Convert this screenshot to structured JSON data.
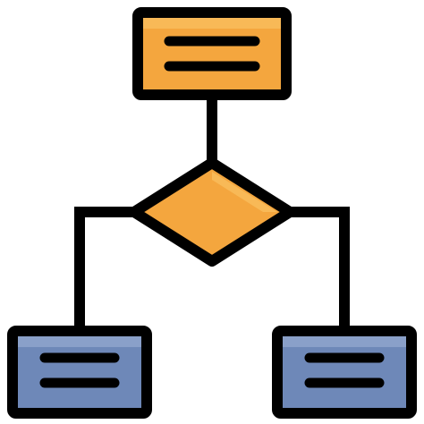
{
  "icon": {
    "name": "flowchart-icon",
    "colors": {
      "outline": "#000000",
      "process_fill": "#F4A63E",
      "process_highlight": "#F8B957",
      "decision_fill": "#F4A63E",
      "decision_highlight": "#F8B957",
      "output_fill": "#6E88B8",
      "output_highlight": "#8AA0C9",
      "background": "#FFFFFF"
    }
  },
  "nodes": [
    {
      "id": "top-process",
      "shape": "rectangle",
      "role": "process",
      "text_lines": 2
    },
    {
      "id": "decision",
      "shape": "diamond",
      "role": "decision"
    },
    {
      "id": "left-output",
      "shape": "rectangle",
      "role": "output",
      "text_lines": 2
    },
    {
      "id": "right-output",
      "shape": "rectangle",
      "role": "output",
      "text_lines": 2
    }
  ],
  "edges": [
    {
      "from": "top-process",
      "to": "decision"
    },
    {
      "from": "decision",
      "to": "left-output"
    },
    {
      "from": "decision",
      "to": "right-output"
    }
  ]
}
